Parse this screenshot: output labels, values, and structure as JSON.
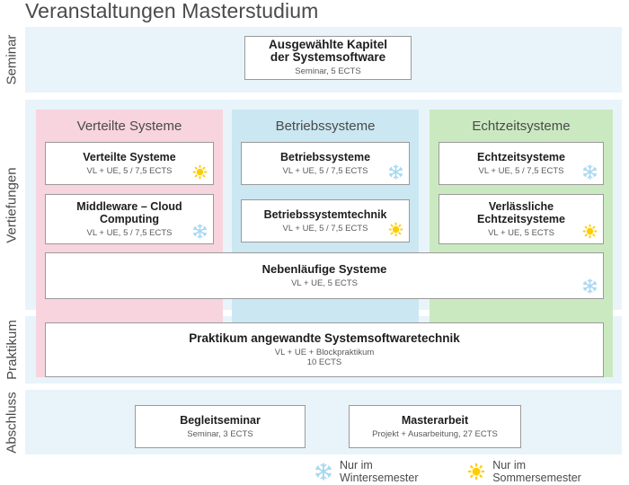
{
  "page_title": "Veranstaltungen Masterstudium",
  "colors": {
    "band_background": "#e8f4fa",
    "track_verteilte": "#f7d4de",
    "track_betriebs": "#cbe7f2",
    "track_echtzeit": "#cbe9c1",
    "winter_icon": "#a5d8f0",
    "summer_icon": "#ffcc00",
    "box_border": "#9a9a9a"
  },
  "sections": {
    "seminar": {
      "label": "Seminar"
    },
    "vertiefungen": {
      "label": "Vertiefungen"
    },
    "praktikum": {
      "label": "Praktikum"
    },
    "abschluss": {
      "label": "Abschluss"
    }
  },
  "tracks": [
    {
      "id": "verteilte",
      "title": "Verteilte Systeme"
    },
    {
      "id": "betriebs",
      "title": "Betriebssysteme"
    },
    {
      "id": "echtzeit",
      "title": "Echtzeitsysteme"
    }
  ],
  "courses": {
    "seminar_main": {
      "title": "Ausgewählte Kapitel der Systemsoftware",
      "details": "Seminar, 5 ECTS",
      "season": "none"
    },
    "verteilte_systeme": {
      "title": "Verteilte Systeme",
      "details": "VL + UE, 5 / 7,5 ECTS",
      "season": "summer"
    },
    "middleware": {
      "title": "Middleware – Cloud Computing",
      "details": "VL + UE, 5 / 7,5 ECTS",
      "season": "winter"
    },
    "betriebssysteme": {
      "title": "Betriebssysteme",
      "details": "VL + UE, 5 / 7,5 ECTS",
      "season": "winter"
    },
    "betriebssystemtechnik": {
      "title": "Betriebssystemtechnik",
      "details": "VL + UE, 5 / 7,5 ECTS",
      "season": "summer"
    },
    "echtzeitsysteme": {
      "title": "Echtzeitsysteme",
      "details": "VL + UE, 5 / 7,5 ECTS",
      "season": "winter"
    },
    "verlaessliche": {
      "title": "Verlässliche Echtzeitsysteme",
      "details": "VL + UE, 5 ECTS",
      "season": "summer"
    },
    "nebenlaeufige": {
      "title": "Nebenläufige Systeme",
      "details": "VL + UE, 5 ECTS",
      "season": "winter"
    },
    "praktikum_main": {
      "title": "Praktikum angewandte Systemsoftwaretechnik",
      "details": "VL + UE + Blockpraktikum\n10 ECTS",
      "season": "none"
    },
    "begleitseminar": {
      "title": "Begleitseminar",
      "details": "Seminar, 3 ECTS",
      "season": "none"
    },
    "masterarbeit": {
      "title": "Masterarbeit",
      "details": "Projekt + Ausarbeitung, 27 ECTS",
      "season": "none"
    }
  },
  "legend": [
    {
      "icon": "snowflake-icon",
      "label": "Nur im Wintersemester"
    },
    {
      "icon": "sun-icon",
      "label": "Nur im Sommersemester"
    }
  ]
}
